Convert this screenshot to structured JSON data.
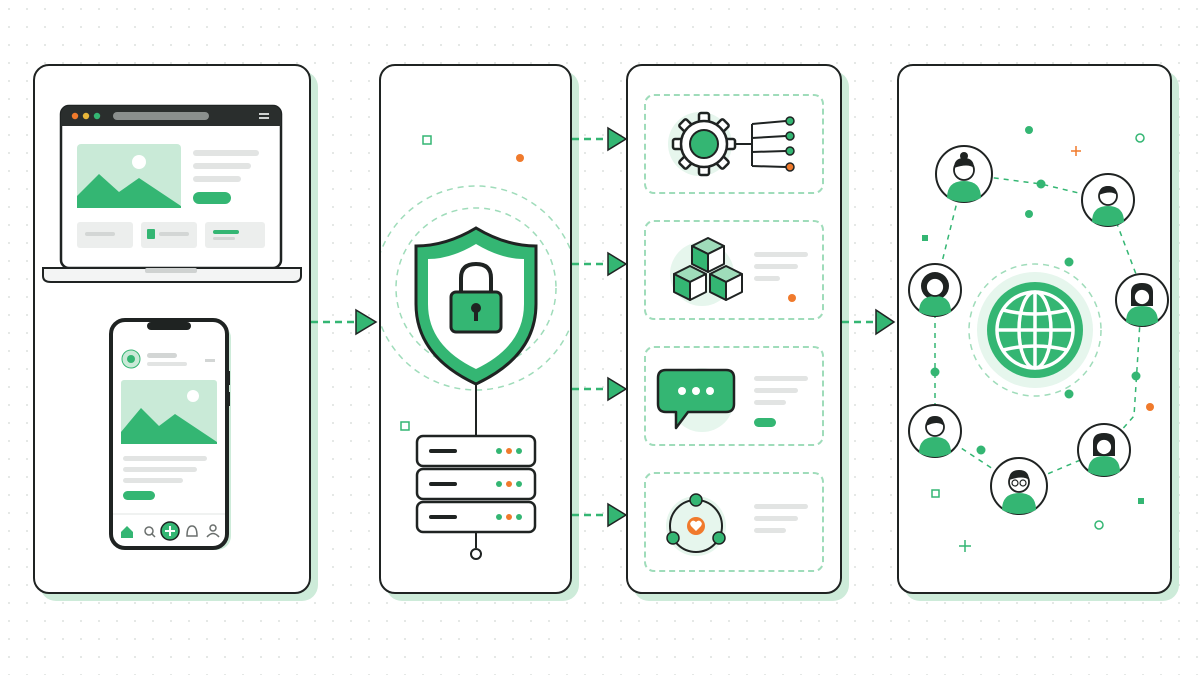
{
  "colors": {
    "accent": "#34b673",
    "accent_light": "#cdebd9",
    "accent_pale": "#e6f6ed",
    "outline": "#1f2322",
    "highlight": "#f07a2c",
    "placeholder_gray": "#e2e4e3"
  },
  "panels": [
    {
      "id": "devices",
      "icons": [
        "laptop-icon",
        "smartphone-icon"
      ]
    },
    {
      "id": "security",
      "icons": [
        "shield-lock-icon",
        "server-stack-icon"
      ]
    },
    {
      "id": "services",
      "cards": [
        {
          "icon": "gear-network-icon"
        },
        {
          "icon": "cubes-icon"
        },
        {
          "icon": "chat-bubble-icon"
        },
        {
          "icon": "heart-community-icon"
        }
      ]
    },
    {
      "id": "network",
      "icons": [
        "globe-icon",
        "user-avatar-icon"
      ]
    }
  ],
  "connectors": [
    "dashed-arrow-icon"
  ]
}
